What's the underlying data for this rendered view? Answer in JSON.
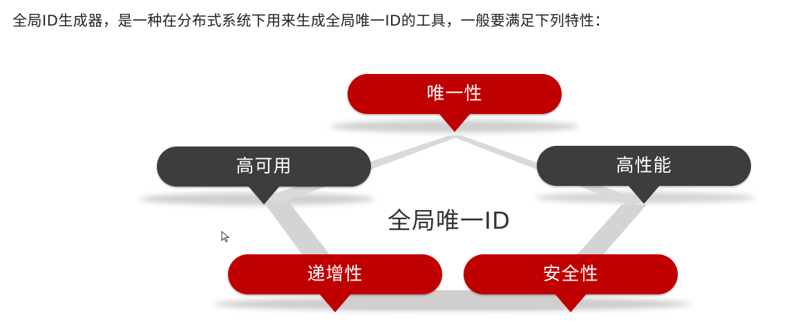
{
  "intro": "全局ID生成器，是一种在分布式系统下用来生成全局唯一ID的工具，一般要满足下列特性：",
  "diagram": {
    "center": "全局唯一ID",
    "nodes": {
      "unique": "唯一性",
      "available": "高可用",
      "performance": "高性能",
      "incremental": "递增性",
      "security": "安全性"
    }
  },
  "colors": {
    "accent_red": "#c00000",
    "node_dark": "#3d3d3d",
    "connector_gray": "#d6d6d6"
  }
}
